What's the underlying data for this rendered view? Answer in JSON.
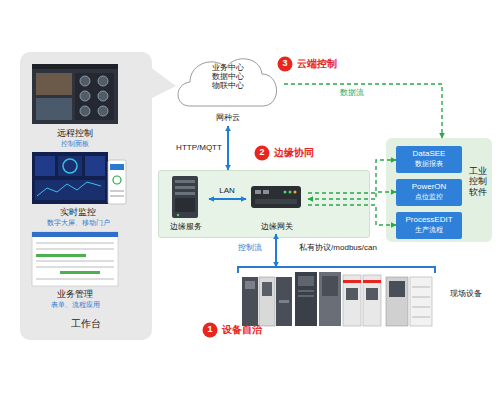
{
  "diagram": {
    "nodes": [
      {
        "text": [
          "工作台"
        ]
      },
      {
        "text": [
          "远程控制",
          "控制面板"
        ],
        "in": 0
      },
      {
        "text": [
          "实时监控",
          "数字大屏、移动门户"
        ],
        "in": 0
      },
      {
        "text": [
          "业务管理",
          "表单、流程应用"
        ],
        "in": 0
      },
      {
        "text": [
          "业务中心 数据中心 物联中心",
          "网种云"
        ]
      },
      {
        "text": []
      },
      {
        "text": [
          "边缘服务"
        ],
        "in": 5
      },
      {
        "text": [
          "边缘网关"
        ],
        "in": 5
      },
      {
        "text": [
          "工业控制软件"
        ]
      },
      {
        "text": [
          "DataSEE",
          "数据报表"
        ],
        "in": 8
      },
      {
        "text": [
          "PowerON",
          "点位监控"
        ],
        "in": 8
      },
      {
        "text": [
          "ProcessEDIT",
          "生产流程"
        ],
        "in": 8
      },
      {
        "text": [
          "现场设备"
        ]
      }
    ],
    "edges": [
      {
        "from": 4,
        "to": 5,
        "arrow": "both",
        "label": "HTTP/MQTT"
      },
      {
        "from": 6,
        "to": 7,
        "arrow": "both",
        "label": "LAN"
      },
      {
        "from": 4,
        "to": 8,
        "arrow": "to",
        "label": "数据流"
      },
      {
        "from": 7,
        "to": 9,
        "arrow": "to"
      },
      {
        "from": 7,
        "to": 10,
        "arrow": "both"
      },
      {
        "from": 7,
        "to": 11,
        "arrow": "to"
      },
      {
        "from": 7,
        "to": 12,
        "arrow": "both",
        "label": "私有协议/modbus/can"
      }
    ],
    "labels": [
      "3",
      "云端控制",
      "2",
      "边缘协同",
      "1",
      "设备自治",
      "控制流"
    ]
  }
}
